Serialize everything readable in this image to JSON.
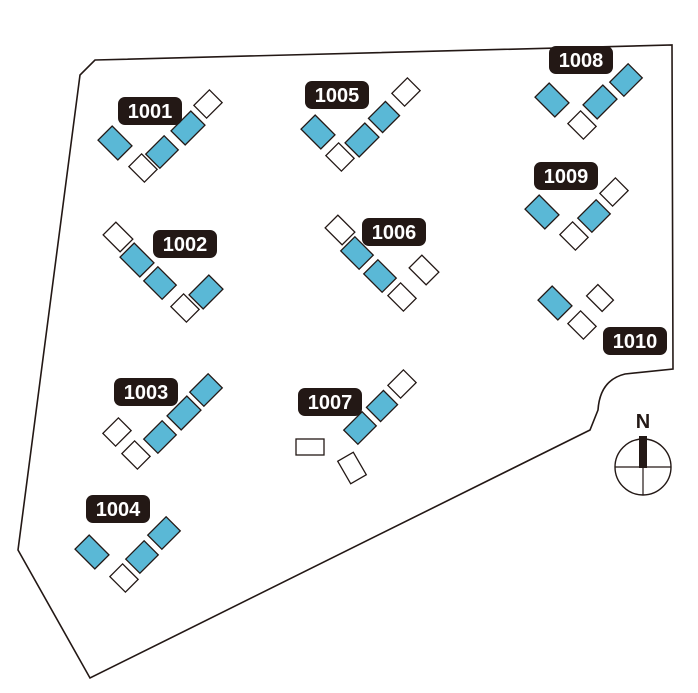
{
  "colors": {
    "highlight": "#5ab8d6",
    "label_bg": "#231815",
    "line": "#231815"
  },
  "compass": {
    "label": "N"
  },
  "blocks": [
    {
      "id": "b1001",
      "label": "1001"
    },
    {
      "id": "b1002",
      "label": "1002"
    },
    {
      "id": "b1003",
      "label": "1003"
    },
    {
      "id": "b1004",
      "label": "1004"
    },
    {
      "id": "b1005",
      "label": "1005"
    },
    {
      "id": "b1006",
      "label": "1006"
    },
    {
      "id": "b1007",
      "label": "1007"
    },
    {
      "id": "b1008",
      "label": "1008"
    },
    {
      "id": "b1009",
      "label": "1009"
    },
    {
      "id": "b1010",
      "label": "1010"
    }
  ]
}
